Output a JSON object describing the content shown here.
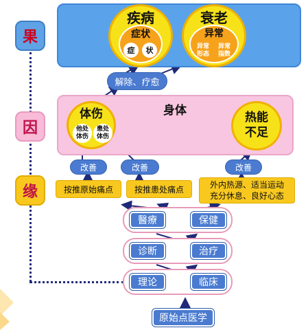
{
  "side": {
    "fruit": "果",
    "cause": "因",
    "condition": "缘"
  },
  "top": {
    "disease": {
      "title": "疾病",
      "symptom": "症状",
      "c1": "症",
      "c2": "状"
    },
    "aging": {
      "title": "衰老",
      "abnormal": "异常",
      "form": "异常\n形态",
      "index": "异常\n指数"
    }
  },
  "relieve": "解除、疗愈",
  "body": {
    "title": "身体",
    "injury": {
      "title": "体伤",
      "other": "他处\n体伤",
      "affected": "患处\n体伤"
    },
    "heat": {
      "title": "热能\n不足"
    }
  },
  "improve": [
    "改善",
    "改善",
    "改善"
  ],
  "methods": {
    "m1": "按推原始痛点",
    "m2": "按推患处痛点",
    "m3": "外内热源、适当运动\n充分休息、良好心态"
  },
  "rows": [
    {
      "left": "醫療",
      "right": "保健"
    },
    {
      "left": "诊断",
      "right": "治疗"
    },
    {
      "left": "理论",
      "right": "临床"
    }
  ],
  "base": "原始点医学",
  "colors": {
    "blue": "#5aa3ea",
    "pink": "#f8c6e0",
    "yellow": "#f7e21a",
    "orange": "#f7a21b",
    "pill": "#4a7bd0"
  }
}
